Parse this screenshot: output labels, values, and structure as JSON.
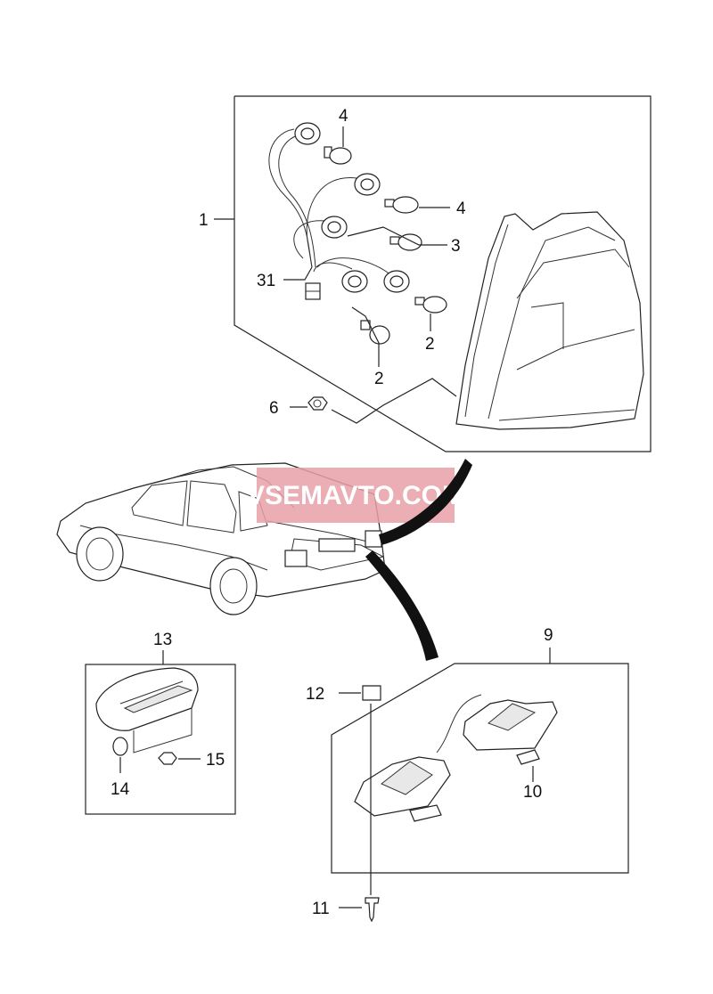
{
  "watermark": "VSEMAVTO.COM",
  "callouts": {
    "tail_lamp_assy": "1",
    "bulb_upper_a": "4",
    "bulb_upper_b": "4",
    "bulb_mid": "3",
    "bulb_lower_right": "2",
    "bulb_lower_left": "2",
    "connector": "31",
    "nut": "6",
    "high_mount_lamp": "13",
    "hm_bulb": "14",
    "hm_nut": "15",
    "license_lamp_assy": "9",
    "clip": "12",
    "lic_bulb": "10",
    "screw": "11"
  },
  "colors": {
    "line": "#222222",
    "watermark_bg": "#e8a0a8",
    "watermark_text": "#ffffff"
  }
}
